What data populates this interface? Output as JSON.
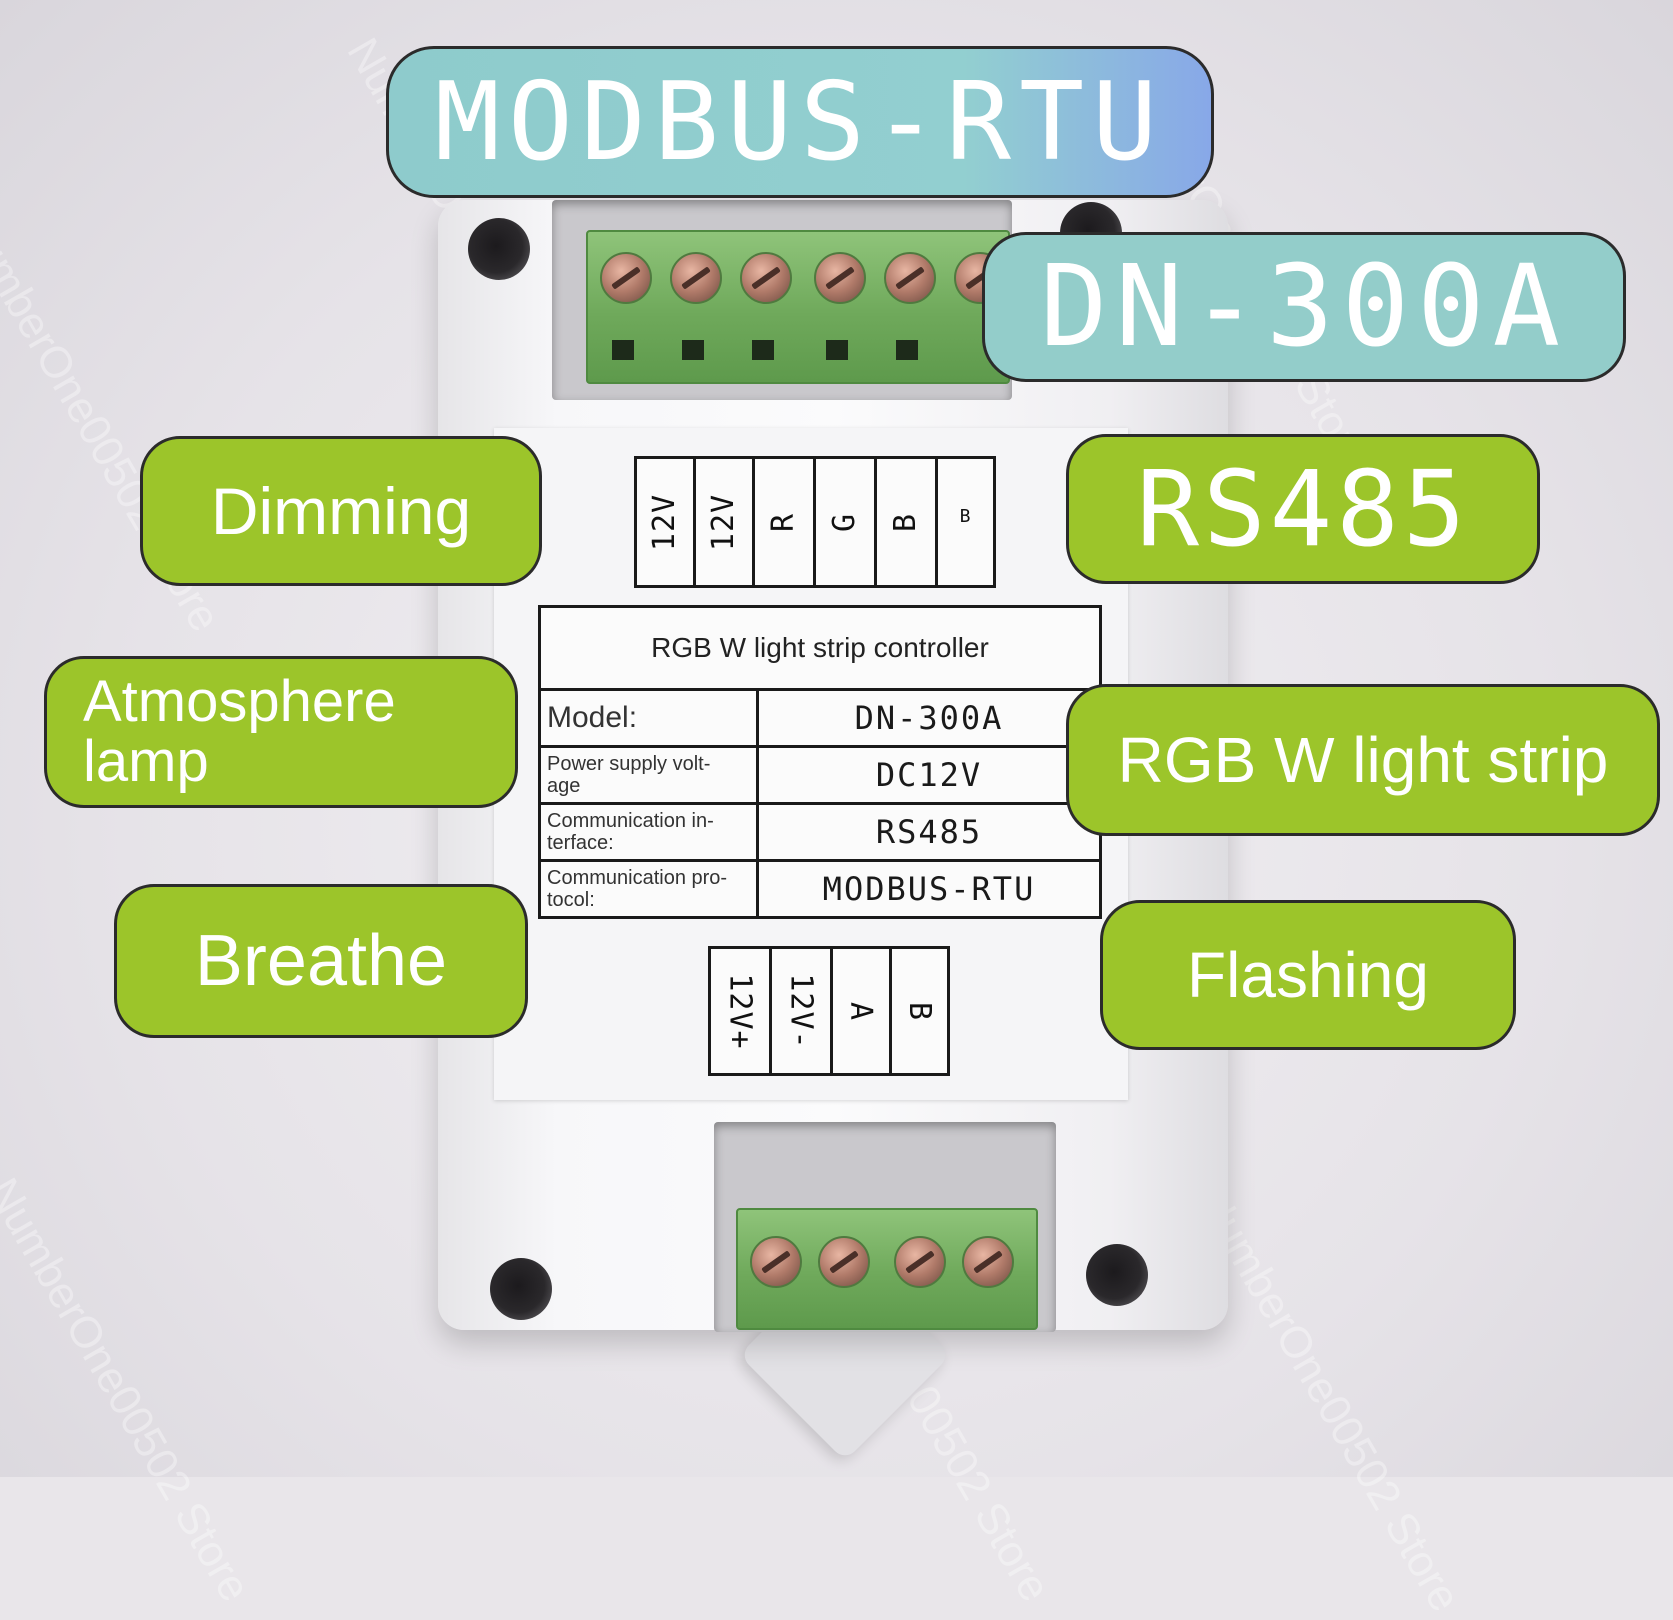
{
  "callouts": {
    "protocol": "MODBUS-RTU",
    "model": "DN-300A",
    "dimming": "Dimming",
    "interface": "RS485",
    "atmosphere": "Atmosphere lamp",
    "strip": "RGB W light strip",
    "breathe": "Breathe",
    "flashing": "Flashing"
  },
  "top_pins": [
    "12V",
    "12V",
    "R",
    "G",
    "B",
    "B"
  ],
  "bottom_pins": [
    "12V+",
    "12V-",
    "A",
    "B"
  ],
  "spec_table": {
    "title": "RGB W light strip controller",
    "rows": [
      {
        "label": "Model:",
        "value": "DN-300A"
      },
      {
        "label": "Power supply volt-\nage",
        "value": "DC12V"
      },
      {
        "label": "Communication in-\nterface:",
        "value": "RS485"
      },
      {
        "label": "Communication pro-\ntocol:",
        "value": "MODBUS-RTU"
      }
    ]
  },
  "watermark": "NumberOne00502 Store",
  "colors": {
    "pill_green": "#9cc52a",
    "pill_teal": "#92cfd0",
    "terminal_green": "#6fa95b",
    "enclosure": "#f7f7f9"
  }
}
